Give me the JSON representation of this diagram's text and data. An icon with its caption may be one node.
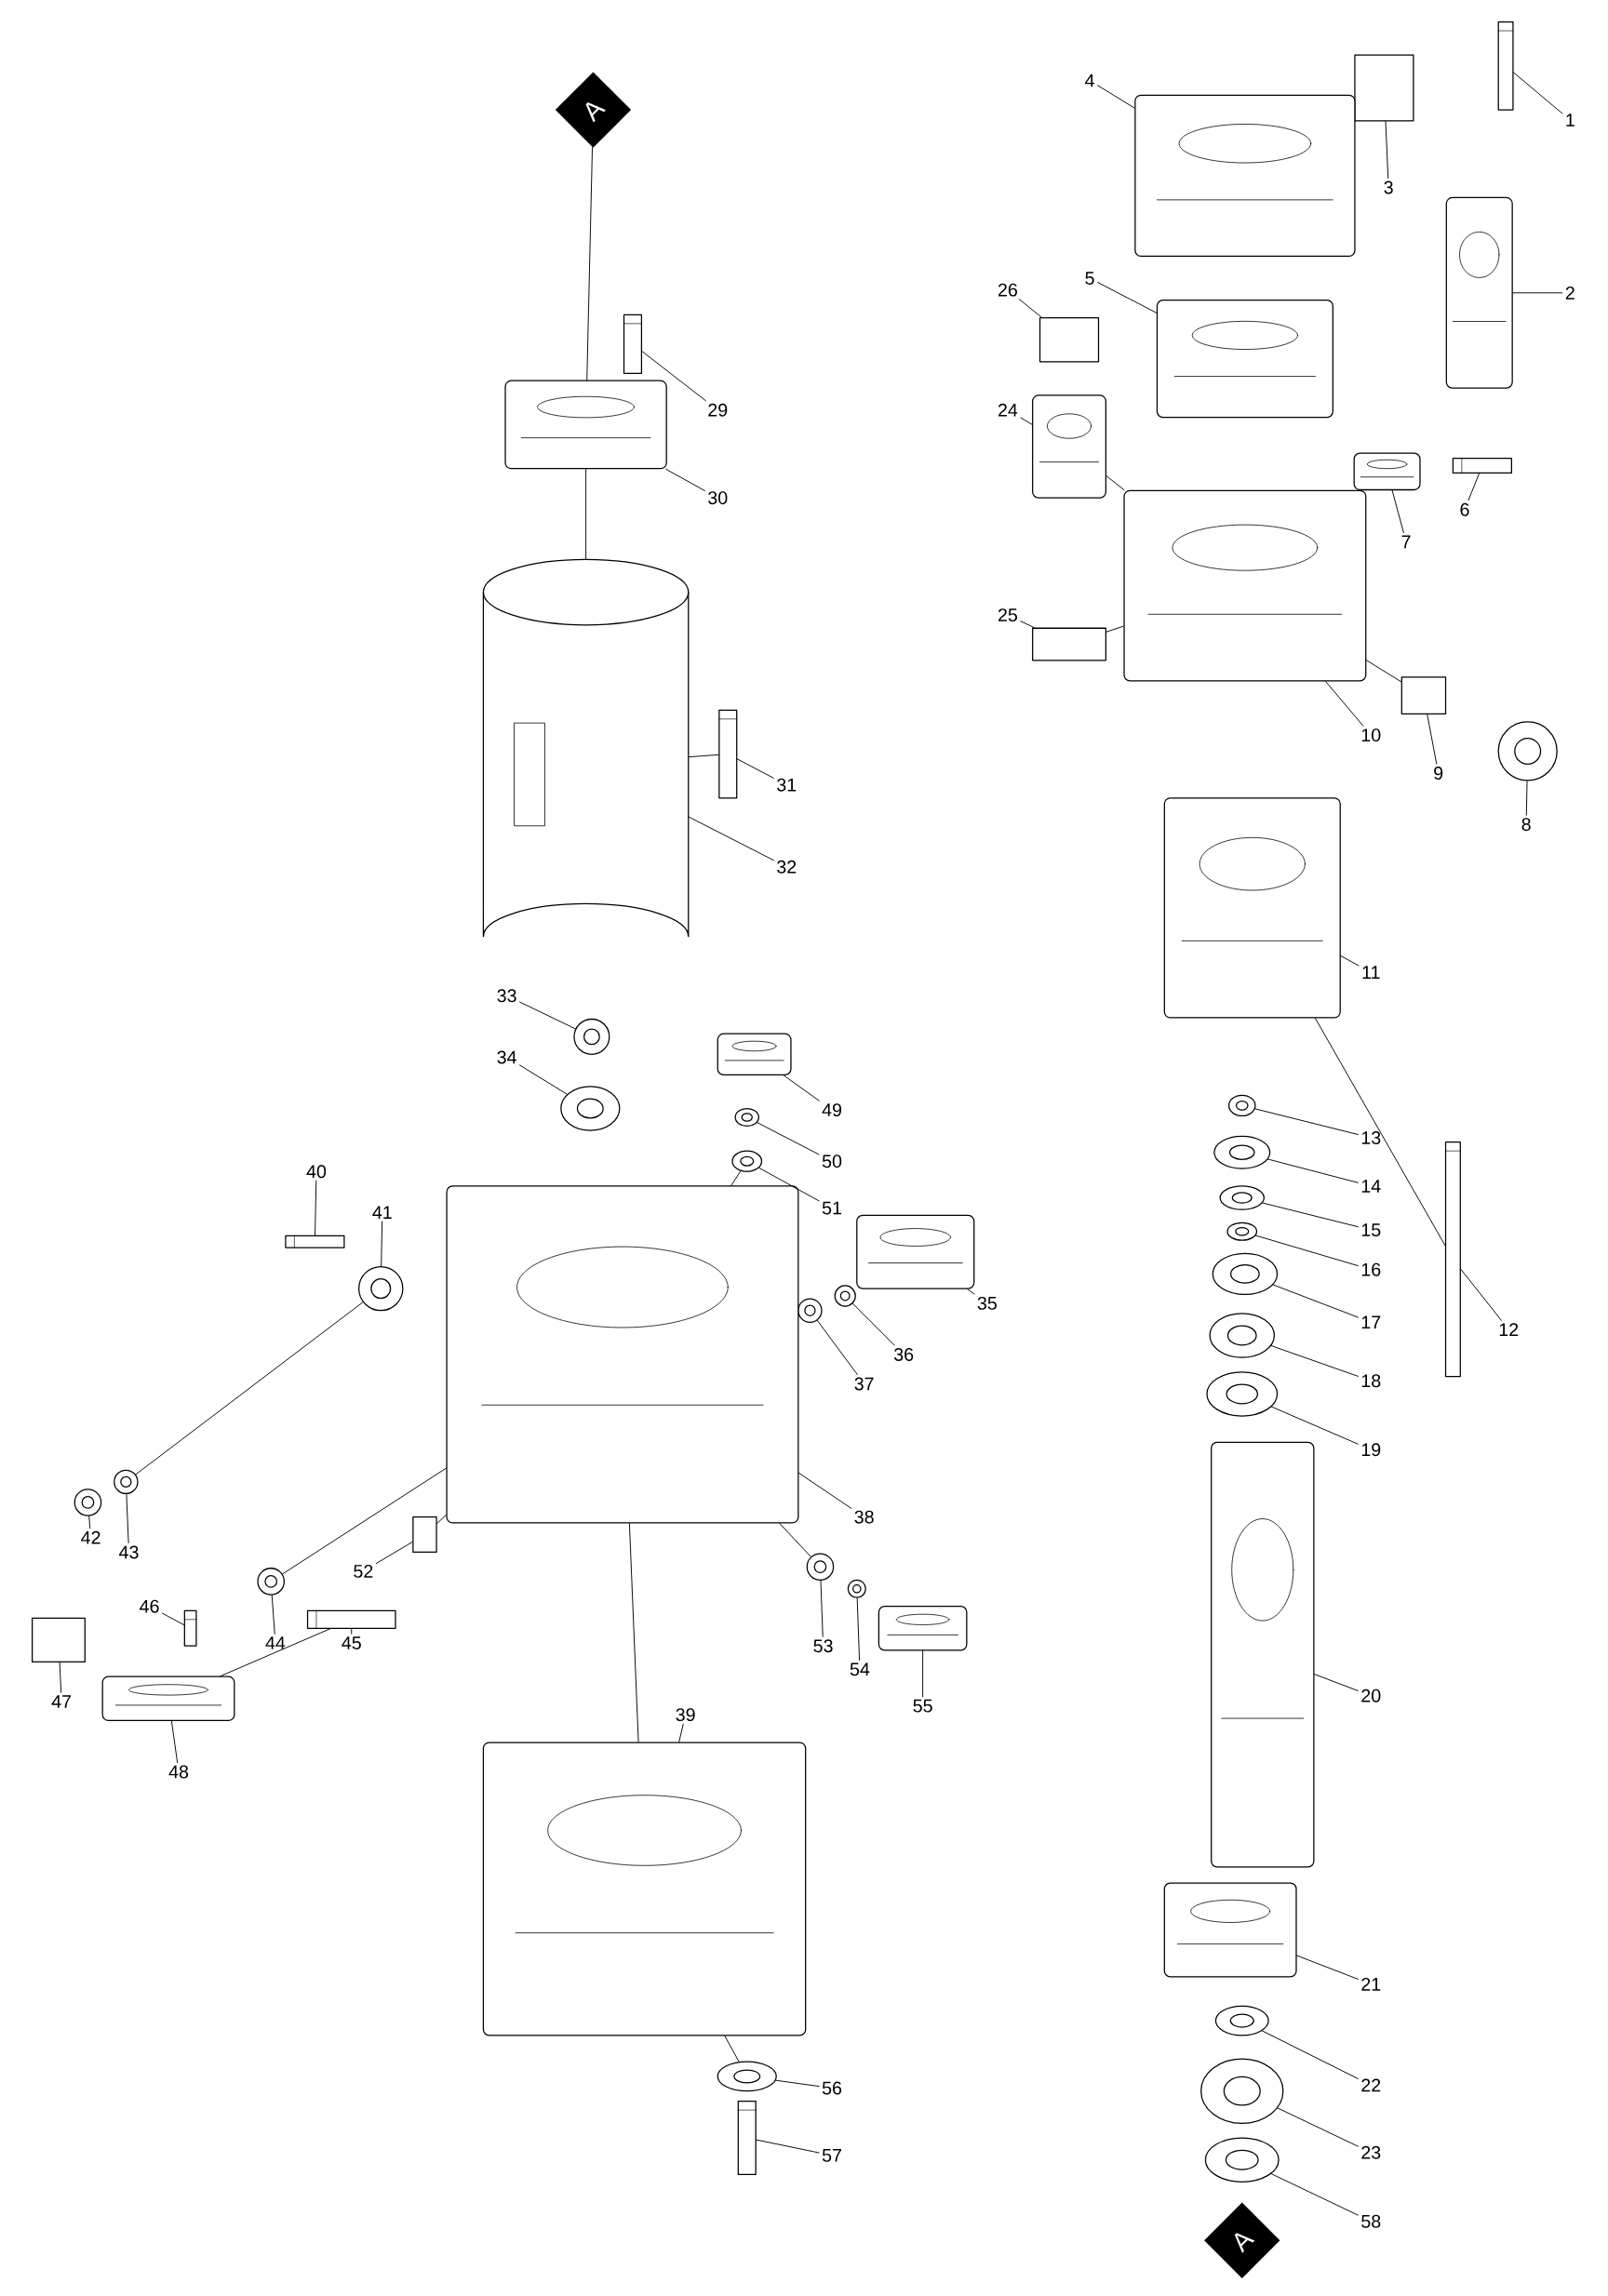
{
  "diagram": {
    "nodes": [
      {
        "text": [
          "1"
        ]
      },
      {
        "text": [],
        "shape": "bar"
      },
      {
        "text": [
          "2"
        ]
      },
      {
        "text": [],
        "shape": "picture"
      },
      {
        "text": [
          "3"
        ]
      },
      {
        "text": [],
        "shape": "box"
      },
      {
        "text": [
          "4"
        ]
      },
      {
        "text": [],
        "shape": "picture"
      },
      {
        "text": [
          "5"
        ]
      },
      {
        "text": [],
        "shape": "picture"
      },
      {
        "text": [
          "6"
        ]
      },
      {
        "text": [],
        "shape": "bar"
      },
      {
        "text": [
          "7"
        ]
      },
      {
        "text": [],
        "shape": "picture"
      },
      {
        "text": [
          "8"
        ]
      },
      {
        "text": [],
        "shape": "circle"
      },
      {
        "text": [
          "9"
        ]
      },
      {
        "text": [],
        "shape": "box"
      },
      {
        "text": [
          "10"
        ]
      },
      {
        "text": [],
        "shape": "picture"
      },
      {
        "text": [
          "11"
        ]
      },
      {
        "text": [],
        "shape": "picture"
      },
      {
        "text": [
          "12"
        ]
      },
      {
        "text": [],
        "shape": "bar"
      },
      {
        "text": [
          "13"
        ]
      },
      {
        "text": [],
        "shape": "circle"
      },
      {
        "text": [
          "14"
        ]
      },
      {
        "text": [],
        "shape": "circle"
      },
      {
        "text": [
          "15"
        ]
      },
      {
        "text": [],
        "shape": "circle"
      },
      {
        "text": [
          "16"
        ]
      },
      {
        "text": [],
        "shape": "circle"
      },
      {
        "text": [
          "17"
        ]
      },
      {
        "text": [],
        "shape": "circle"
      },
      {
        "text": [
          "18"
        ]
      },
      {
        "text": [],
        "shape": "circle"
      },
      {
        "text": [
          "19"
        ]
      },
      {
        "text": [],
        "shape": "circle"
      },
      {
        "text": [
          "20"
        ]
      },
      {
        "text": [],
        "shape": "picture"
      },
      {
        "text": [
          "21"
        ]
      },
      {
        "text": [],
        "shape": "picture"
      },
      {
        "text": [
          "22"
        ]
      },
      {
        "text": [],
        "shape": "circle"
      },
      {
        "text": [
          "23"
        ]
      },
      {
        "text": [],
        "shape": "circle"
      },
      {
        "text": [
          "24"
        ]
      },
      {
        "text": [],
        "shape": "picture"
      },
      {
        "text": [
          "25"
        ]
      },
      {
        "text": [],
        "shape": "box"
      },
      {
        "text": [
          "26"
        ]
      },
      {
        "text": [],
        "shape": "box"
      },
      {
        "text": [
          "29"
        ]
      },
      {
        "text": [],
        "shape": "bar"
      },
      {
        "text": [
          "30"
        ]
      },
      {
        "text": [],
        "shape": "picture"
      },
      {
        "text": [
          "31"
        ]
      },
      {
        "text": [],
        "shape": "bar"
      },
      {
        "text": [
          "32"
        ]
      },
      {
        "text": [],
        "shape": "cylinder"
      },
      {
        "text": [
          "33"
        ]
      },
      {
        "text": [],
        "shape": "circle"
      },
      {
        "text": [
          "34"
        ]
      },
      {
        "text": [],
        "shape": "circle"
      },
      {
        "text": [
          "35"
        ]
      },
      {
        "text": [],
        "shape": "picture"
      },
      {
        "text": [
          "36"
        ]
      },
      {
        "text": [],
        "shape": "circle"
      },
      {
        "text": [
          "37"
        ]
      },
      {
        "text": [],
        "shape": "circle"
      },
      {
        "text": [
          "38"
        ]
      },
      {
        "text": [],
        "shape": "picture"
      },
      {
        "text": [
          "39"
        ]
      },
      {
        "text": [],
        "shape": "picture"
      },
      {
        "text": [
          "40"
        ]
      },
      {
        "text": [],
        "shape": "bar"
      },
      {
        "text": [
          "41"
        ]
      },
      {
        "text": [],
        "shape": "circle"
      },
      {
        "text": [
          "42"
        ]
      },
      {
        "text": [],
        "shape": "circle"
      },
      {
        "text": [
          "43"
        ]
      },
      {
        "text": [],
        "shape": "circle"
      },
      {
        "text": [
          "44"
        ]
      },
      {
        "text": [],
        "shape": "circle"
      },
      {
        "text": [
          "45"
        ]
      },
      {
        "text": [],
        "shape": "bar"
      },
      {
        "text": [
          "46"
        ]
      },
      {
        "text": [],
        "shape": "bar"
      },
      {
        "text": [
          "47"
        ]
      },
      {
        "text": [],
        "shape": "box"
      },
      {
        "text": [
          "48"
        ]
      },
      {
        "text": [],
        "shape": "picture"
      },
      {
        "text": [
          "49"
        ]
      },
      {
        "text": [],
        "shape": "picture"
      },
      {
        "text": [
          "50"
        ]
      },
      {
        "text": [],
        "shape": "circle"
      },
      {
        "text": [
          "51"
        ]
      },
      {
        "text": [],
        "shape": "circle"
      },
      {
        "text": [
          "52"
        ]
      },
      {
        "text": [],
        "shape": "box"
      },
      {
        "text": [
          "53"
        ]
      },
      {
        "text": [],
        "shape": "circle"
      },
      {
        "text": [
          "54"
        ]
      },
      {
        "text": [],
        "shape": "circle"
      },
      {
        "text": [
          "55"
        ]
      },
      {
        "text": [],
        "shape": "picture"
      },
      {
        "text": [
          "56"
        ]
      },
      {
        "text": [],
        "shape": "circle"
      },
      {
        "text": [
          "57"
        ]
      },
      {
        "text": [],
        "shape": "bar"
      },
      {
        "text": [
          "58"
        ]
      },
      {
        "text": [],
        "shape": "circle"
      },
      {
        "text": [
          "A"
        ]
      },
      {
        "text": [
          "A"
        ]
      }
    ],
    "edges": [
      {
        "from": 0,
        "to": 1,
        "arrow": "none"
      },
      {
        "from": 2,
        "to": 3,
        "arrow": "none"
      },
      {
        "from": 4,
        "to": 5,
        "arrow": "none"
      },
      {
        "from": 6,
        "to": 7,
        "arrow": "none"
      },
      {
        "from": 8,
        "to": 9,
        "arrow": "none"
      },
      {
        "from": 10,
        "to": 11,
        "arrow": "none"
      },
      {
        "from": 12,
        "to": 13,
        "arrow": "none"
      },
      {
        "from": 14,
        "to": 15,
        "arrow": "none"
      },
      {
        "from": 16,
        "to": 17,
        "arrow": "none"
      },
      {
        "from": 18,
        "to": 19,
        "arrow": "none"
      },
      {
        "from": 20,
        "to": 21,
        "arrow": "none"
      },
      {
        "from": 22,
        "to": 23,
        "arrow": "none"
      },
      {
        "from": 24,
        "to": 25,
        "arrow": "none"
      },
      {
        "from": 26,
        "to": 27,
        "arrow": "none"
      },
      {
        "from": 28,
        "to": 29,
        "arrow": "none"
      },
      {
        "from": 30,
        "to": 31,
        "arrow": "none"
      },
      {
        "from": 32,
        "to": 33,
        "arrow": "none"
      },
      {
        "from": 34,
        "to": 35,
        "arrow": "none"
      },
      {
        "from": 36,
        "to": 37,
        "arrow": "none"
      },
      {
        "from": 38,
        "to": 39,
        "arrow": "none"
      },
      {
        "from": 40,
        "to": 41,
        "arrow": "none"
      },
      {
        "from": 42,
        "to": 43,
        "arrow": "none"
      },
      {
        "from": 44,
        "to": 45,
        "arrow": "none"
      },
      {
        "from": 46,
        "to": 47,
        "arrow": "none"
      },
      {
        "from": 48,
        "to": 49,
        "arrow": "none"
      },
      {
        "from": 50,
        "to": 51,
        "arrow": "none"
      },
      {
        "from": 52,
        "to": 53,
        "arrow": "none"
      },
      {
        "from": 54,
        "to": 55,
        "arrow": "none"
      },
      {
        "from": 56,
        "to": 57,
        "arrow": "none"
      },
      {
        "from": 58,
        "to": 59,
        "arrow": "none"
      },
      {
        "from": 60,
        "to": 61,
        "arrow": "none"
      },
      {
        "from": 62,
        "to": 63,
        "arrow": "none"
      },
      {
        "from": 64,
        "to": 65,
        "arrow": "none"
      },
      {
        "from": 66,
        "to": 67,
        "arrow": "none"
      },
      {
        "from": 68,
        "to": 69,
        "arrow": "none"
      },
      {
        "from": 70,
        "to": 71,
        "arrow": "none"
      },
      {
        "from": 72,
        "to": 73,
        "arrow": "none"
      },
      {
        "from": 74,
        "to": 75,
        "arrow": "none"
      },
      {
        "from": 76,
        "to": 77,
        "arrow": "none"
      },
      {
        "from": 78,
        "to": 79,
        "arrow": "none"
      },
      {
        "from": 80,
        "to": 81,
        "arrow": "none"
      },
      {
        "from": 82,
        "to": 83,
        "arrow": "none"
      },
      {
        "from": 84,
        "to": 85,
        "arrow": "none"
      },
      {
        "from": 86,
        "to": 87,
        "arrow": "none"
      },
      {
        "from": 88,
        "to": 89,
        "arrow": "none"
      },
      {
        "from": 90,
        "to": 91,
        "arrow": "none"
      },
      {
        "from": 92,
        "to": 93,
        "arrow": "none"
      },
      {
        "from": 94,
        "to": 95,
        "arrow": "none"
      },
      {
        "from": 96,
        "to": 97,
        "arrow": "none"
      },
      {
        "from": 98,
        "to": 99,
        "arrow": "none"
      },
      {
        "from": 100,
        "to": 101,
        "arrow": "none"
      },
      {
        "from": 102,
        "to": 103,
        "arrow": "none"
      },
      {
        "from": 104,
        "to": 105,
        "arrow": "none"
      },
      {
        "from": 106,
        "to": 107,
        "arrow": "none"
      },
      {
        "from": 108,
        "to": 109,
        "arrow": "none"
      },
      {
        "from": 110,
        "to": 111,
        "arrow": "none"
      },
      {
        "from": 112,
        "to": 55,
        "arrow": "none"
      },
      {
        "from": 55,
        "to": 59,
        "arrow": "none"
      },
      {
        "from": 59,
        "to": 57,
        "arrow": "none"
      },
      {
        "from": 47,
        "to": 19,
        "arrow": "none"
      },
      {
        "from": 49,
        "to": 19,
        "arrow": "none"
      },
      {
        "from": 19,
        "to": 17,
        "arrow": "none"
      },
      {
        "from": 21,
        "to": 23,
        "arrow": "none"
      },
      {
        "from": 77,
        "to": 81,
        "arrow": "none"
      },
      {
        "from": 71,
        "to": 83,
        "arrow": "none"
      },
      {
        "from": 71,
        "to": 99,
        "arrow": "none"
      },
      {
        "from": 71,
        "to": 101,
        "arrow": "none"
      },
      {
        "from": 85,
        "to": 91,
        "arrow": "none"
      },
      {
        "from": 97,
        "to": 71,
        "arrow": "none"
      },
      {
        "from": 71,
        "to": 73,
        "arrow": "none"
      },
      {
        "from": 73,
        "to": 107,
        "arrow": "none"
      }
    ]
  }
}
